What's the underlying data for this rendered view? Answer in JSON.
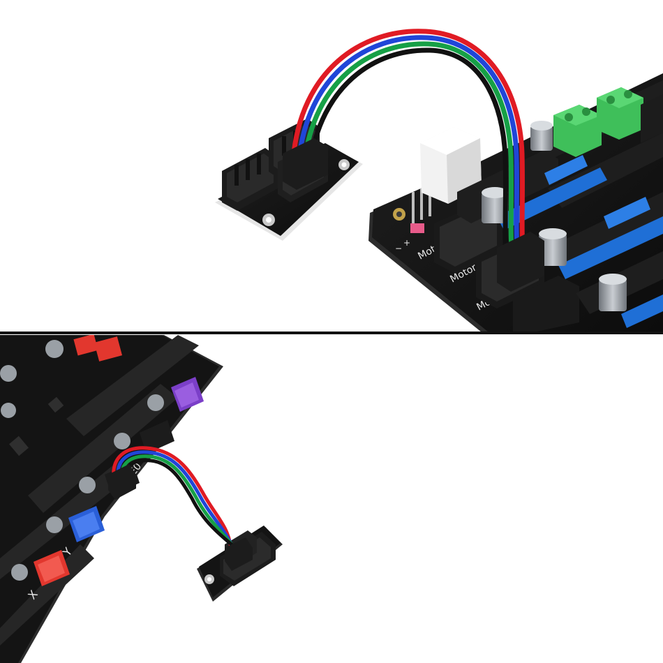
{
  "photo": {
    "subject": "3D printer mainboard with stepper motor parallel adapter module",
    "colors": {
      "background": "#ffffff",
      "divider": "#111111",
      "board": "#141414",
      "board_edge": "#2c2c2c",
      "connector": "#1c1c1c",
      "wire_red": "#e01b24",
      "wire_blue": "#2046d8",
      "wire_green": "#16a046",
      "wire_black": "#111111",
      "terminal_green": "#3fbf5a",
      "header_blue": "#1f6fd6",
      "jst_red": "#e2372e",
      "jst_blue": "#2a5fd8",
      "jst_purple": "#7b3fc8",
      "capacitor": "#9aa0a6"
    }
  },
  "top_panel": {
    "silkscreen": [
      "Motor",
      "Motor",
      "Motor",
      "+",
      "−"
    ]
  },
  "bottom_panel": {
    "silkscreen": [
      "X",
      "Y",
      "E0"
    ]
  }
}
